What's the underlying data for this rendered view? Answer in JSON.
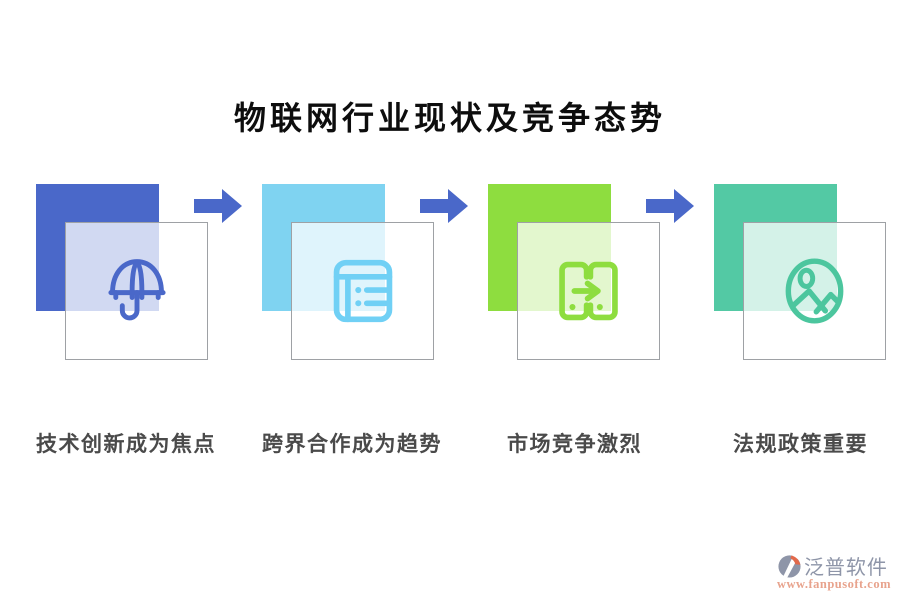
{
  "title": "物联网行业现状及竞争态势",
  "steps": [
    {
      "label": "技术创新成为焦点",
      "icon": "umbrella-icon",
      "square_color": "#4a68c9",
      "icon_color": "#4a68c9"
    },
    {
      "label": "跨界合作成为趋势",
      "icon": "ledger-icon",
      "square_color": "#7fd3f1",
      "icon_color": "#70d0f5"
    },
    {
      "label": "市场竞争激烈",
      "icon": "device-transfer-icon",
      "square_color": "#8edd3f",
      "icon_color": "#8edd3f"
    },
    {
      "label": "法规政策重要",
      "icon": "photo-icon",
      "square_color": "#53c9a4",
      "icon_color": "#4cc69e"
    }
  ],
  "arrow": {
    "color": "#4a68c9"
  },
  "card": {
    "border_color": "#9ea1a5"
  },
  "text_colors": {
    "title": "#0d0d0d",
    "label": "#4a4a4a"
  },
  "watermark": {
    "brand": "泛普软件",
    "url": "www.fanpusoft.com",
    "brand_color": "#8e95a8",
    "url_color": "#e8a38d",
    "logo_gray": "#8e95a8",
    "logo_orange": "#e2694b"
  }
}
